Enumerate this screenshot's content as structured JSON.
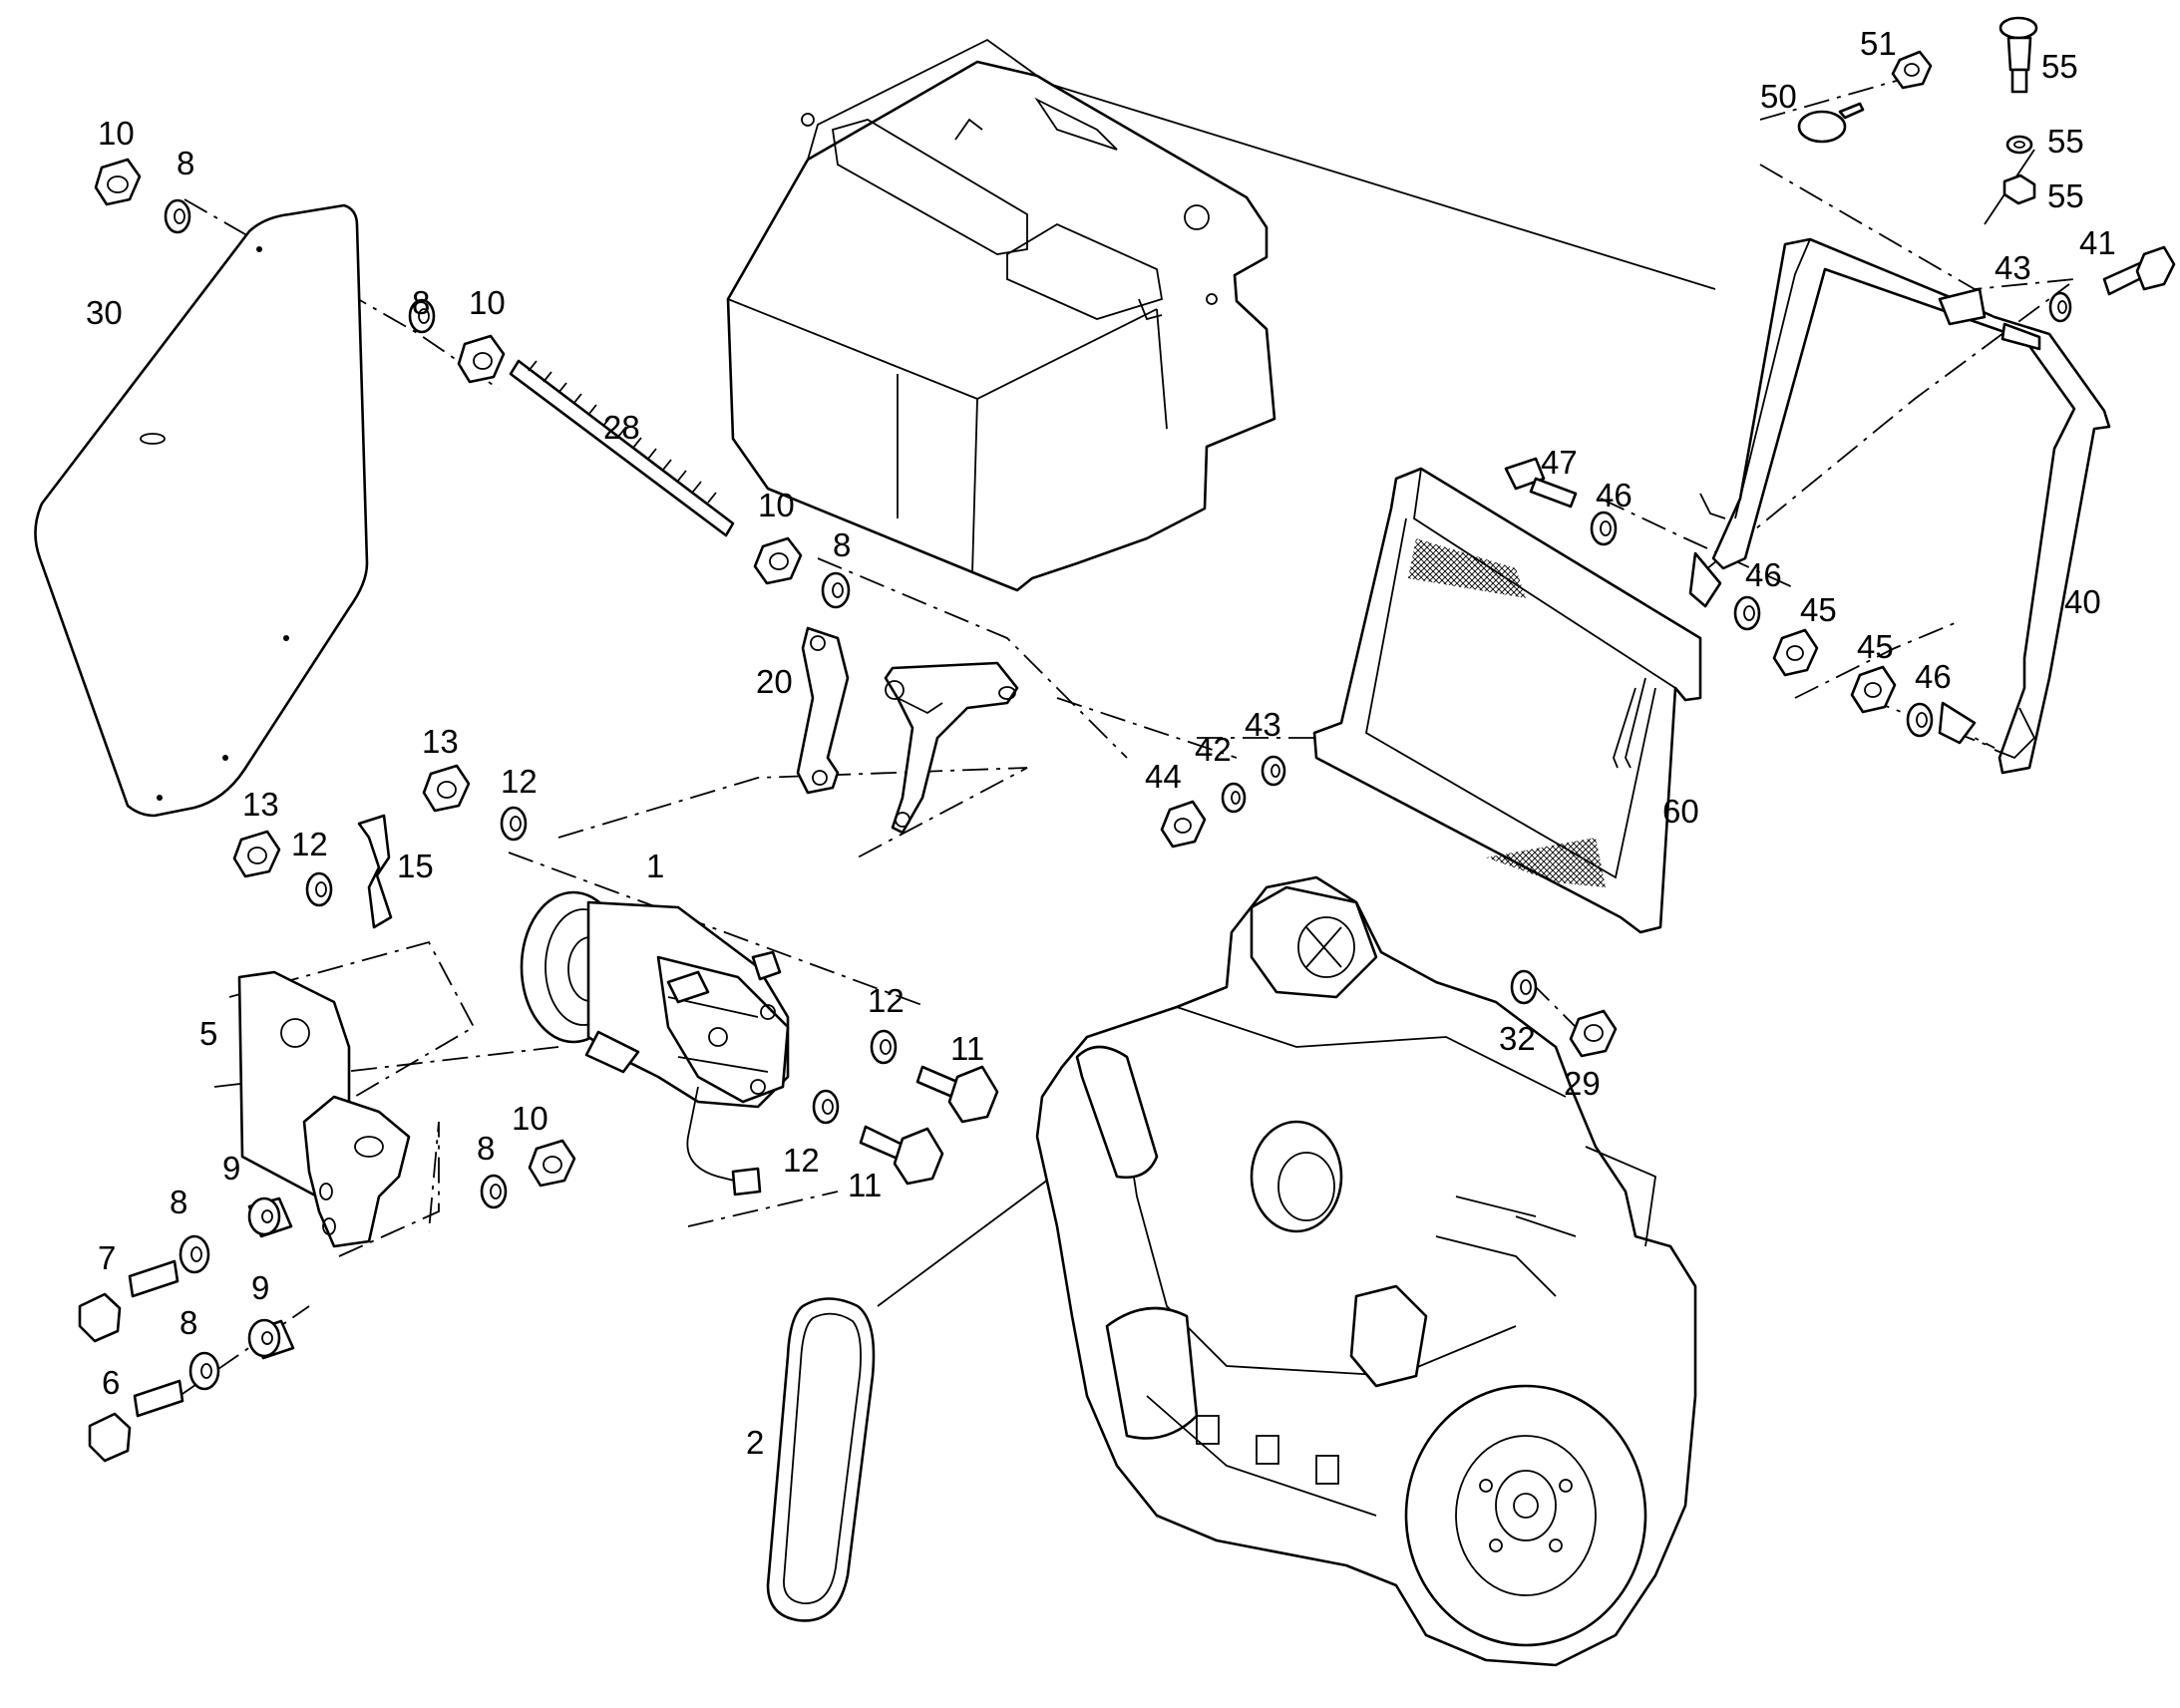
{
  "diagram": {
    "callouts": [
      {
        "id": "c10a",
        "text": "10"
      },
      {
        "id": "c8a",
        "text": "8"
      },
      {
        "id": "c30",
        "text": "30"
      },
      {
        "id": "c8b",
        "text": "8"
      },
      {
        "id": "c10b",
        "text": "10"
      },
      {
        "id": "c28",
        "text": "28"
      },
      {
        "id": "c10c",
        "text": "10"
      },
      {
        "id": "c8c",
        "text": "8"
      },
      {
        "id": "c20",
        "text": "20"
      },
      {
        "id": "c13a",
        "text": "13"
      },
      {
        "id": "c12a",
        "text": "12"
      },
      {
        "id": "c13b",
        "text": "13"
      },
      {
        "id": "c12b",
        "text": "12"
      },
      {
        "id": "c15",
        "text": "15"
      },
      {
        "id": "c1",
        "text": "1"
      },
      {
        "id": "c5",
        "text": "5"
      },
      {
        "id": "c12c",
        "text": "12"
      },
      {
        "id": "c11a",
        "text": "11"
      },
      {
        "id": "c12d",
        "text": "12"
      },
      {
        "id": "c11b",
        "text": "11"
      },
      {
        "id": "c8d",
        "text": "8"
      },
      {
        "id": "c10d",
        "text": "10"
      },
      {
        "id": "c9a",
        "text": "9"
      },
      {
        "id": "c8e",
        "text": "8"
      },
      {
        "id": "c7",
        "text": "7"
      },
      {
        "id": "c9b",
        "text": "9"
      },
      {
        "id": "c8f",
        "text": "8"
      },
      {
        "id": "c6",
        "text": "6"
      },
      {
        "id": "c2",
        "text": "2"
      },
      {
        "id": "c51",
        "text": "51"
      },
      {
        "id": "c50",
        "text": "50"
      },
      {
        "id": "c55a",
        "text": "55"
      },
      {
        "id": "c55b",
        "text": "55"
      },
      {
        "id": "c55c",
        "text": "55"
      },
      {
        "id": "c41",
        "text": "41"
      },
      {
        "id": "c43a",
        "text": "43"
      },
      {
        "id": "c47",
        "text": "47"
      },
      {
        "id": "c46a",
        "text": "46"
      },
      {
        "id": "c46b",
        "text": "46"
      },
      {
        "id": "c45a",
        "text": "45"
      },
      {
        "id": "c40",
        "text": "40"
      },
      {
        "id": "c45b",
        "text": "45"
      },
      {
        "id": "c46c",
        "text": "46"
      },
      {
        "id": "c44",
        "text": "44"
      },
      {
        "id": "c42",
        "text": "42"
      },
      {
        "id": "c43b",
        "text": "43"
      },
      {
        "id": "c60",
        "text": "60"
      },
      {
        "id": "c32",
        "text": "32"
      },
      {
        "id": "c29",
        "text": "29"
      }
    ]
  }
}
